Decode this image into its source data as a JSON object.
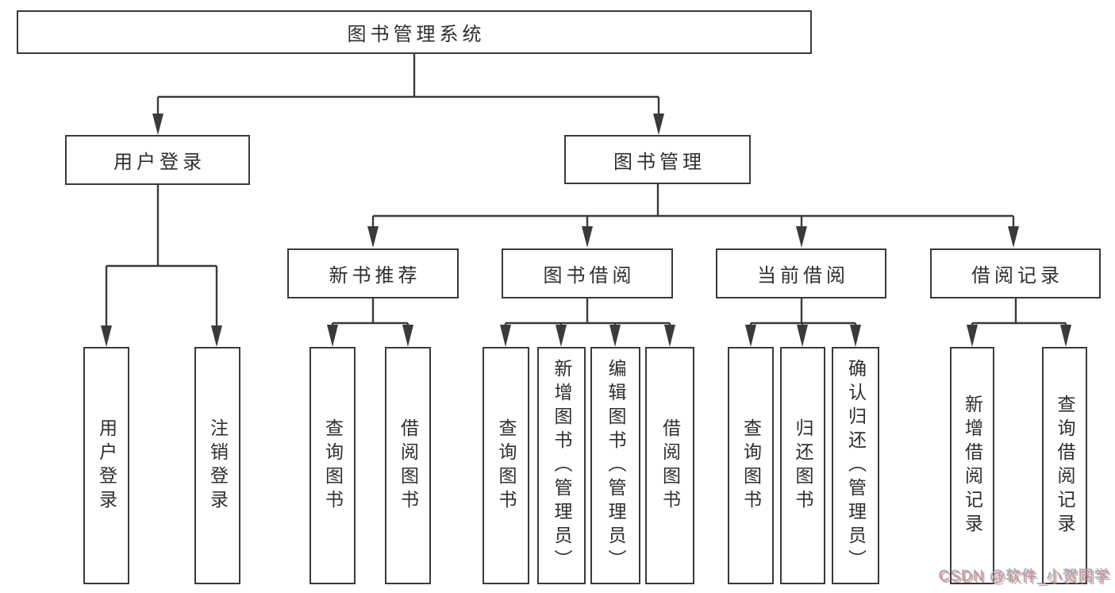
{
  "diagram_title": "图书管理系统",
  "tree": {
    "label": "图书管理系统",
    "children": [
      {
        "label": "用户登录",
        "children": [
          {
            "label": "用户登录"
          },
          {
            "label": "注销登录"
          }
        ]
      },
      {
        "label": "图书管理",
        "children": [
          {
            "label": "新书推荐",
            "children": [
              {
                "label": "查询图书"
              },
              {
                "label": "借阅图书"
              }
            ]
          },
          {
            "label": "图书借阅",
            "children": [
              {
                "label": "查询图书"
              },
              {
                "label": "新增图书（管理员）"
              },
              {
                "label": "编辑图书（管理员）"
              },
              {
                "label": "借阅图书"
              }
            ]
          },
          {
            "label": "当前借阅",
            "children": [
              {
                "label": "查询图书"
              },
              {
                "label": "归还图书"
              },
              {
                "label": "确认归还（管理员）"
              }
            ]
          },
          {
            "label": "借阅记录",
            "children": [
              {
                "label": "新增借阅记录"
              },
              {
                "label": "查询借阅记录"
              }
            ]
          }
        ]
      }
    ]
  },
  "watermark": {
    "text": "CSDN @软件_小贺同学"
  },
  "colors": {
    "line": "#3a3a3a",
    "box_border": "#3a3a3a",
    "text": "#2e2e2e",
    "background": "#ffffff",
    "watermark": "#a6a6a6"
  }
}
